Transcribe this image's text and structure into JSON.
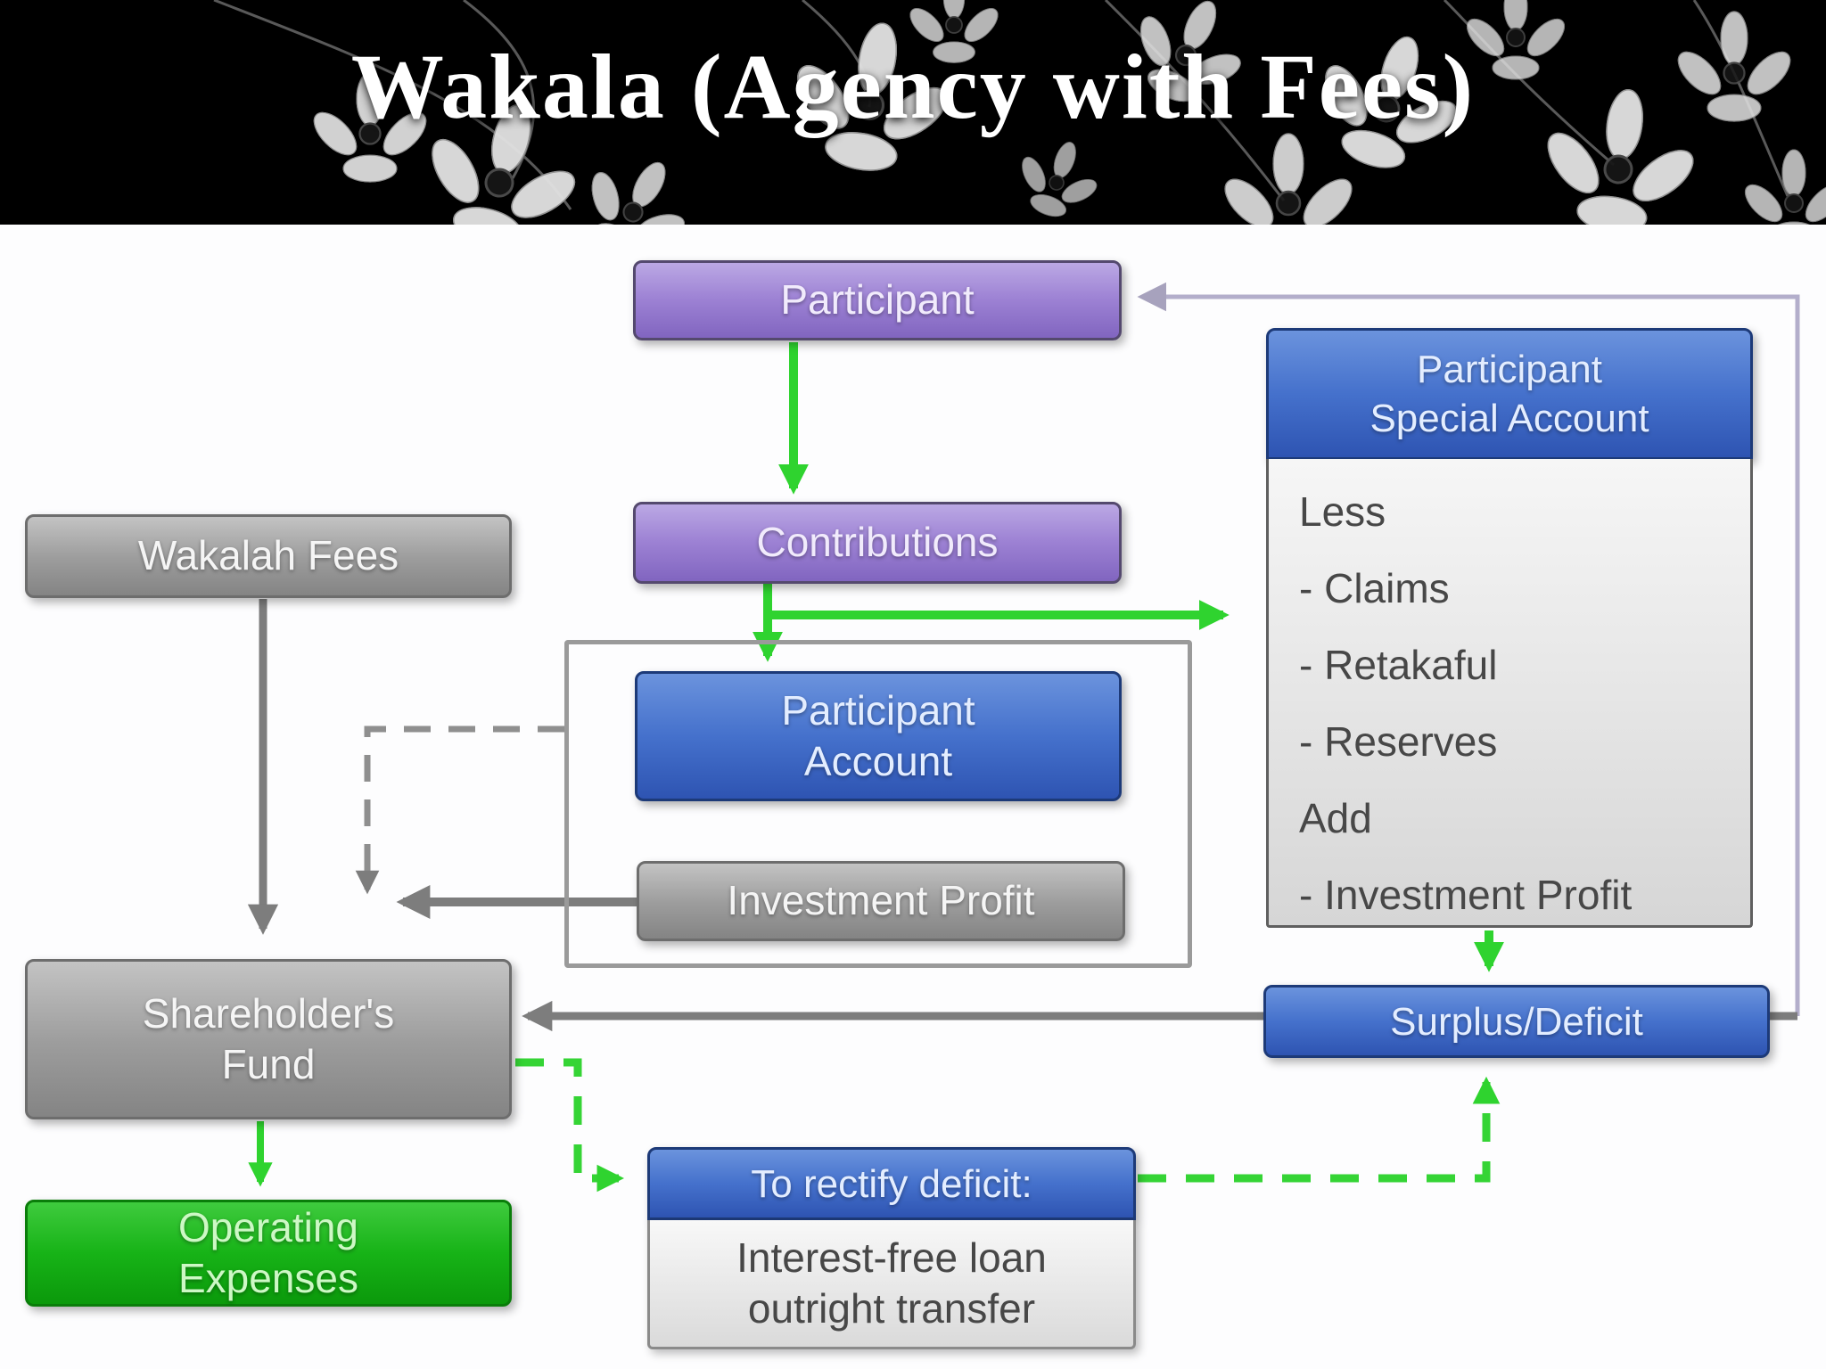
{
  "slide": {
    "title": "Wakala (Agency with Fees)"
  },
  "nodes": {
    "participant": {
      "label": "Participant"
    },
    "contributions": {
      "label": "Contributions"
    },
    "wakalah_fees": {
      "label": "Wakalah Fees"
    },
    "participant_account": {
      "label": "Participant\nAccount"
    },
    "investment_profit": {
      "label": "Investment Profit"
    },
    "shareholders_fund": {
      "label": "Shareholder's\nFund"
    },
    "operating_expenses": {
      "label": "Operating\nExpenses"
    },
    "surplus_deficit": {
      "label": "Surplus/Deficit"
    },
    "participant_special_account": {
      "title": "Participant\nSpecial Account",
      "items": [
        "Less",
        "- Claims",
        "- Retakaful",
        "- Reserves",
        "Add",
        "- Investment Profit"
      ]
    },
    "rectify": {
      "title": "To rectify deficit:",
      "body": "Interest-free loan\noutright transfer"
    }
  },
  "colors": {
    "purple_box": "#9d82d4",
    "blue_box": "#4571cc",
    "gray_box": "#9d9d9d",
    "green_box": "#17b317",
    "panel_bg": "#e8e8e8",
    "green_arrow": "#2fd32f",
    "gray_arrow": "#7d7d7d",
    "lavender_line": "#b3aecb",
    "banner_bg": "#000000",
    "title_text": "#ffffff"
  }
}
